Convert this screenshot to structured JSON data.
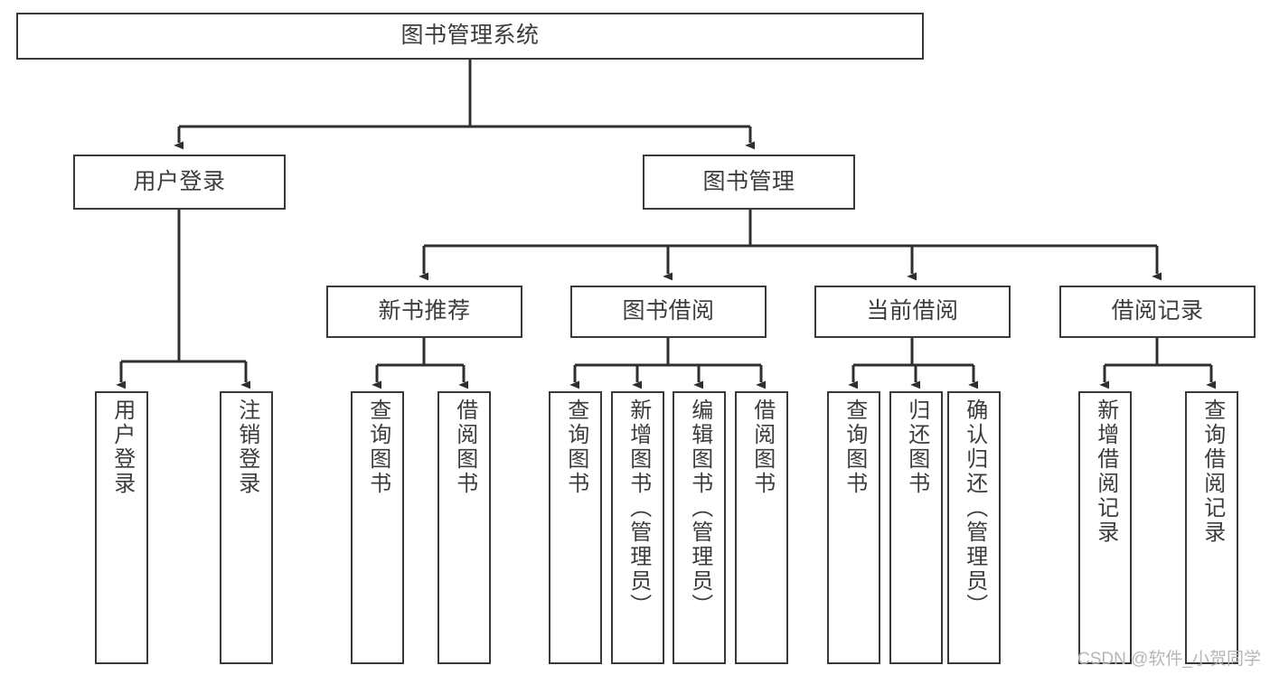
{
  "diagram": {
    "type": "tree",
    "title": "图书管理系统",
    "orientation": "top-down",
    "colors": {
      "box_border": "#3a3a3a",
      "box_fill": "#ffffff",
      "edge": "#2f2f2f",
      "text": "#3c3c3c",
      "watermark": "#b6b6b6",
      "background": "#ffffff"
    },
    "root": {
      "label": "图书管理系统"
    },
    "level2": [
      {
        "label": "用户登录"
      },
      {
        "label": "图书管理"
      }
    ],
    "level3": [
      {
        "label": "新书推荐"
      },
      {
        "label": "图书借阅"
      },
      {
        "label": "当前借阅"
      },
      {
        "label": "借阅记录"
      }
    ],
    "leaves": {
      "user_login": [
        {
          "label": "用户登录"
        },
        {
          "label": "注销登录"
        }
      ],
      "new_book_recommend": [
        {
          "label": "查询图书"
        },
        {
          "label": "借阅图书"
        }
      ],
      "book_borrow": [
        {
          "label": "查询图书"
        },
        {
          "label": "新增图书（管理员）"
        },
        {
          "label": "编辑图书（管理员）"
        },
        {
          "label": "借阅图书"
        }
      ],
      "current_borrow": [
        {
          "label": "查询图书"
        },
        {
          "label": "归还图书"
        },
        {
          "label": "确认归还（管理员）"
        }
      ],
      "borrow_record": [
        {
          "label": "新增借阅记录"
        },
        {
          "label": "查询借阅记录"
        }
      ]
    }
  },
  "watermark": {
    "text": "CSDN @软件_小贺同学"
  }
}
